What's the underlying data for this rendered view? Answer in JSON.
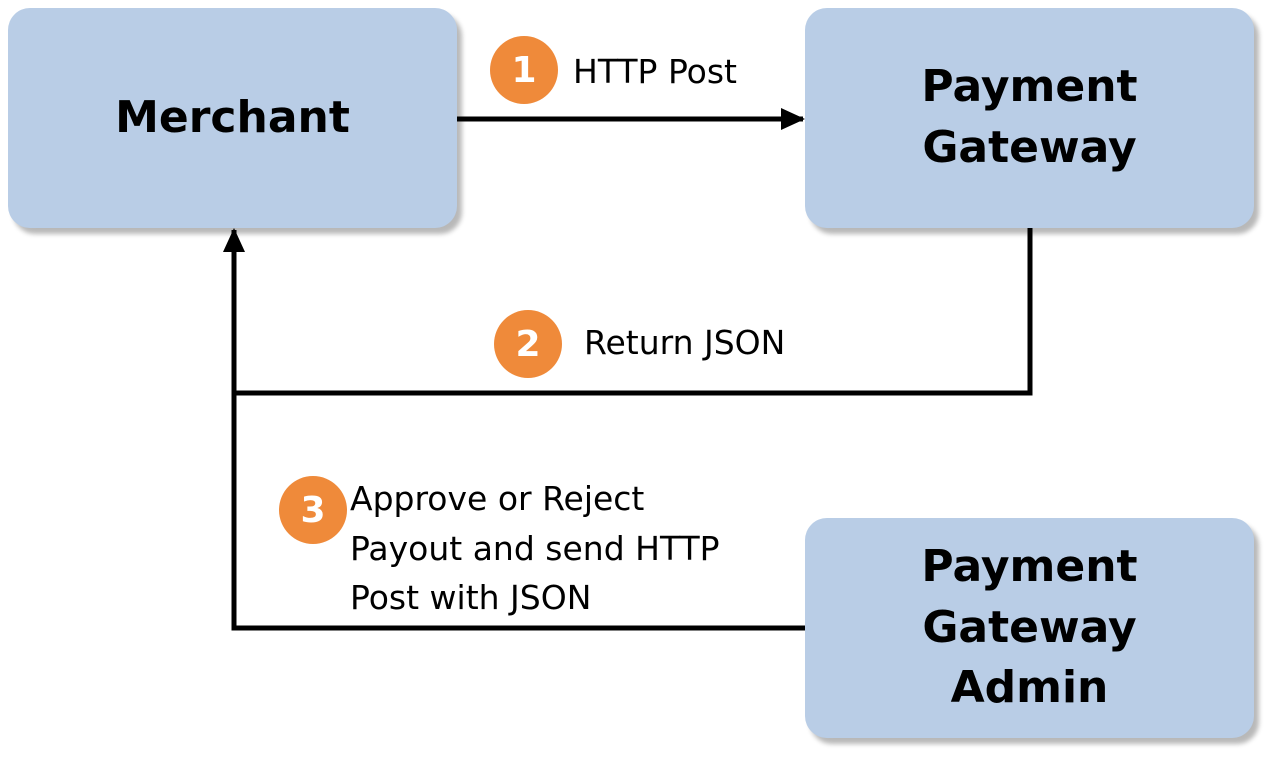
{
  "nodes": {
    "merchant": {
      "label": "Merchant"
    },
    "payment_gateway": {
      "label": "Payment\nGateway"
    },
    "payment_gateway_admin": {
      "label": "Payment\nGateway\nAdmin"
    }
  },
  "steps": [
    {
      "number": "1",
      "label": "HTTP Post",
      "from": "merchant",
      "to": "payment_gateway"
    },
    {
      "number": "2",
      "label": "Return JSON",
      "from": "payment_gateway",
      "to": "merchant"
    },
    {
      "number": "3",
      "label": " Approve or Reject\n Payout and send HTTP\nPost with JSON",
      "from": "payment_gateway_admin",
      "to": "merchant"
    }
  ],
  "colors": {
    "box_fill": "#b9cde6",
    "badge_fill": "#ef8a3a",
    "connector": "#000000"
  }
}
